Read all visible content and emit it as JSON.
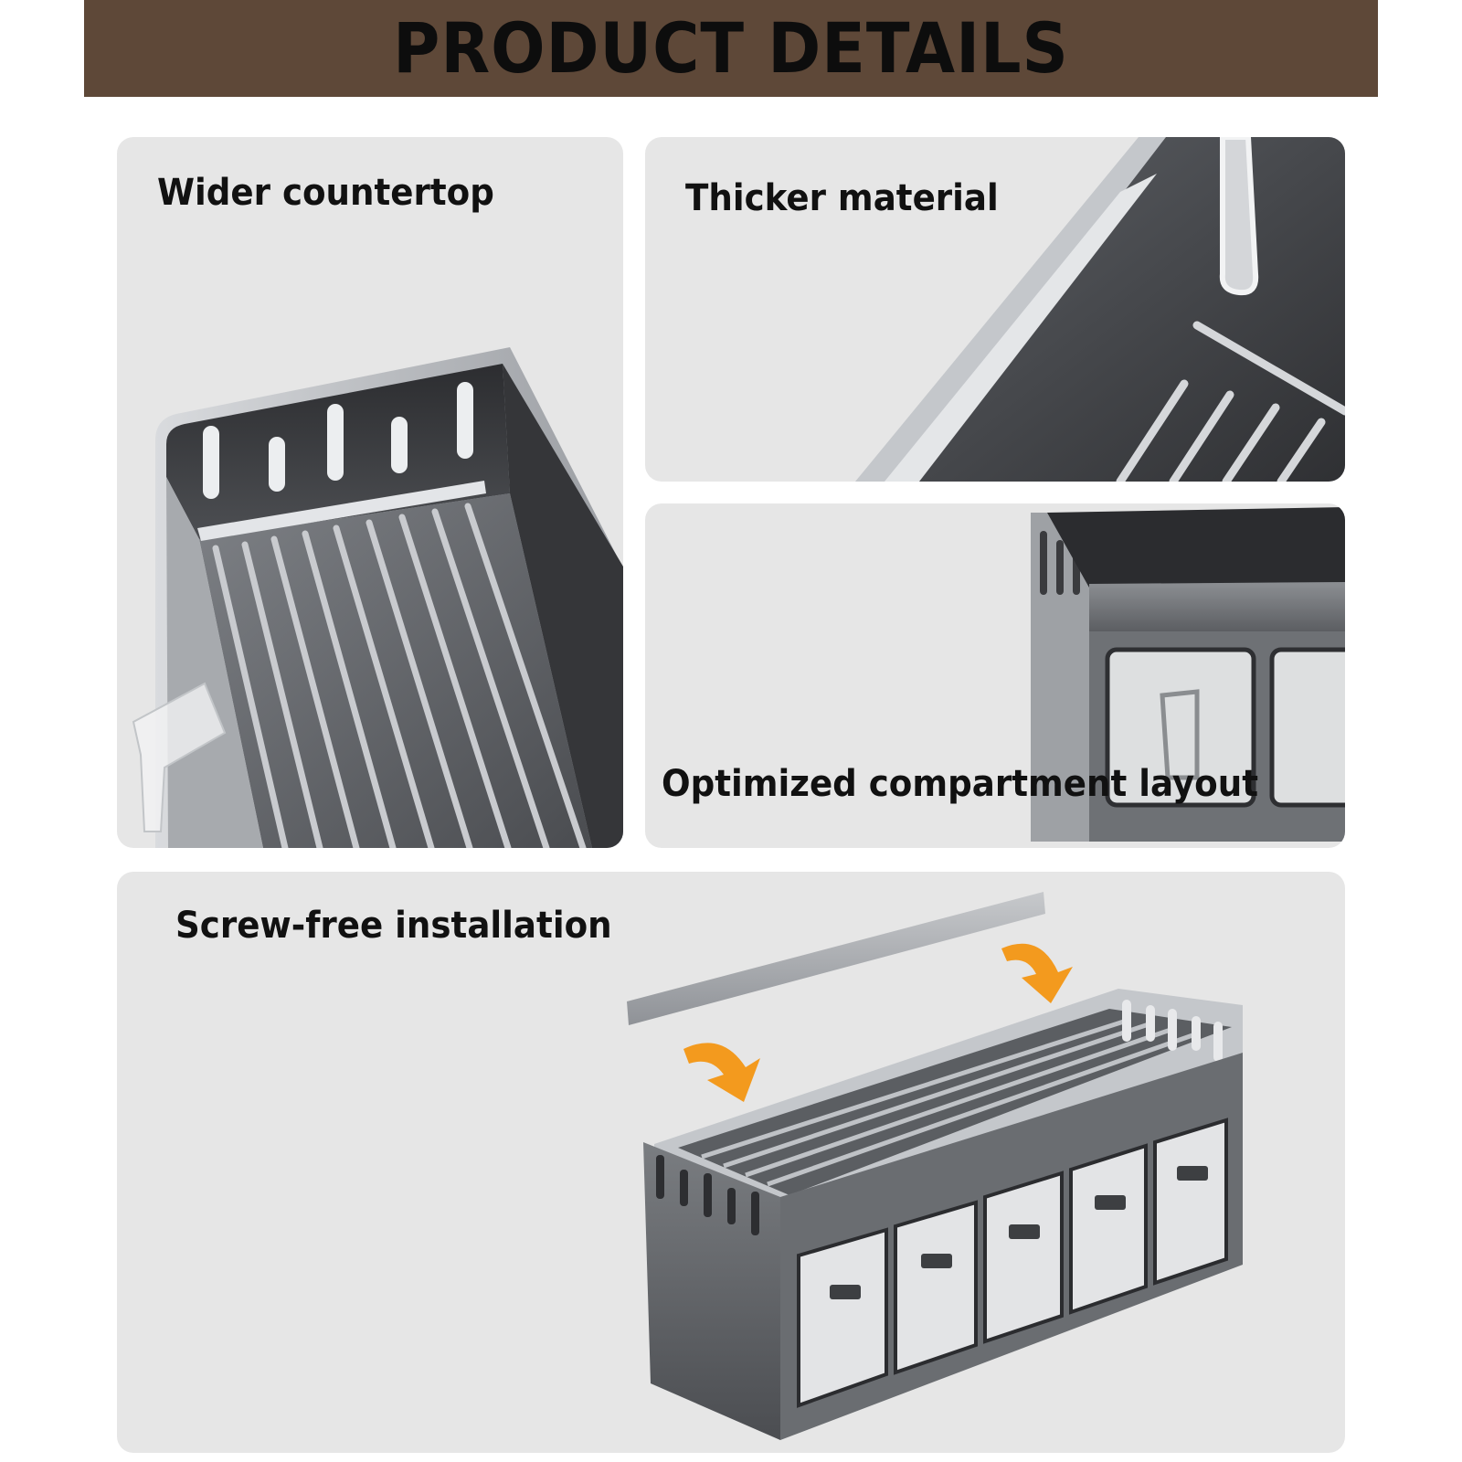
{
  "header": {
    "title": "PRODUCT DETAILS"
  },
  "panels": [
    {
      "label": "Wider countertop"
    },
    {
      "label": "Thicker material"
    },
    {
      "label": "Optimized compartment layout"
    },
    {
      "label": "Screw-free installation"
    }
  ],
  "colors": {
    "banner": "#5e4838",
    "panel_bg": "#e6e6e6",
    "arrow": "#f39a1e",
    "steel_dark": "#3e3f42",
    "steel_light": "#b9bcc0"
  }
}
